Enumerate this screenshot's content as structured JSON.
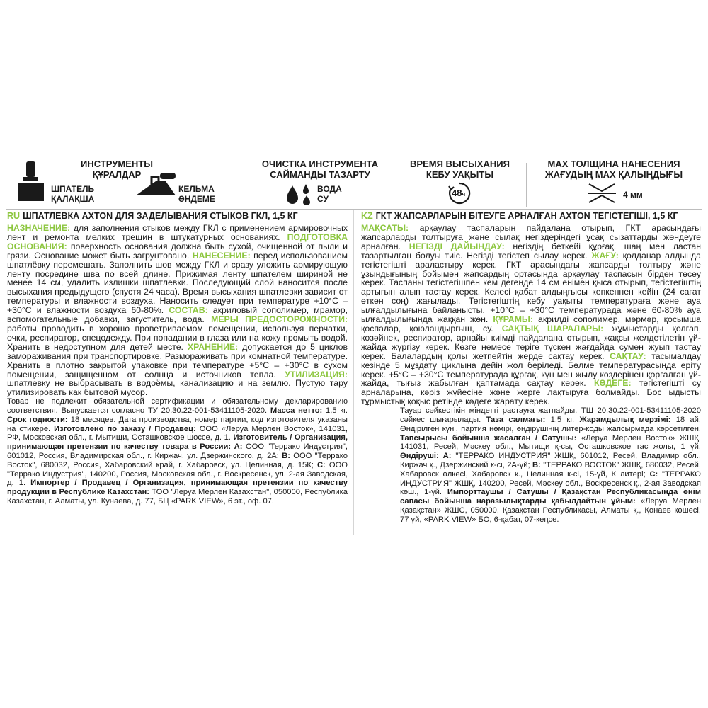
{
  "header": {
    "tools_title": "ИНСТРУМЕНТЫ",
    "tools_title_kz": "ҚҰРАЛДАР",
    "spatula_label": "ШПАТЕЛЬ",
    "spatula_label_kz": "ҚАЛАҚША",
    "trowel_label": "КЕЛЬМА",
    "trowel_label_kz": "ӘНДЕМЕ",
    "cleaning_title": "ОЧИСТКА ИНСТРУМЕНТА",
    "cleaning_title_kz": "САЙМАНДЫ ТАЗАРТУ",
    "water_label": "ВОДА",
    "water_label_kz": "СУ",
    "drying_title": "ВРЕМЯ ВЫСЫХАНИЯ",
    "drying_title_kz": "КЕБУ УАҚЫТЫ",
    "drying_value": "48",
    "drying_unit": "ч",
    "thickness_title": "MAX ТОЛЩИНА НАНЕСЕНИЯ",
    "thickness_title_kz": "ЖАҒУДЫҢ MAX ҚАЛЫҢДЫҒЫ",
    "thickness_value": "4 мм"
  },
  "ru": {
    "lang": "RU",
    "title": "ШПАТЛЕВКА AXTON ДЛЯ ЗАДЕЛЫВАНИЯ СТЫКОВ ГКЛ, 1,5 КГ",
    "h_purpose": "НАЗНАЧЕНИЕ:",
    "t_purpose": " для заполнения стыков между ГКЛ с применением армировочных лент и ремонта мелких трещин в штукатурных основаниях.",
    "h_prep": "ПОДГОТОВКА ОСНОВАНИЯ:",
    "t_prep": " поверхность основания должна быть сухой, очищенной от пыли и грязи. Основание может быть загрунтовано.",
    "h_apply": "НАНЕСЕНИЕ:",
    "t_apply": " перед использованием шпатлёвку перемешать. Заполнить шов между ГКЛ и сразу уложить армирующую ленту посредине шва по всей длине. Прижимая ленту шпателем шириной не менее 14 см, удалить излишки шпатлевки. Последующий слой наносится после высыхания предыдущего (спустя 24 часа). Время высыхания шпатлевки зависит от температуры и влажности воздуха. Наносить следует при температуре +10°С – +30°С и влажности воздуха 60-80%.",
    "h_comp": "СОСТАВ:",
    "t_comp": " акриловый сополимер, мрамор, вспомогательные добавки, загуститель, вода.",
    "h_safety": "МЕРЫ ПРЕДОСТОРОЖНОСТИ:",
    "t_safety": " работы проводить в хорошо проветриваемом помещении, используя перчатки, очки, респиратор, спецодежду. При попадании в глаза или на кожу промыть водой. Хранить в недоступном для детей месте.",
    "h_storage": "ХРАНЕНИЕ:",
    "t_storage": " допускается до 5 циклов замораживания при транспортировке. Размораживать при комнатной температуре. Хранить в плотно закрытой упаковке при температуре +5°С – +30°С в сухом помещении, защищенном от солнца и источников тепла.",
    "h_disposal": "УТИЛИЗАЦИЯ:",
    "t_disposal": " шпатлевку не выбрасывать в водоёмы, канализацию и на землю. Пустую тару утилизировать как бытовой мусор.",
    "l_cert": "Товар не подлежит обязательной сертификации и обязательному декларированию соответствия. Выпускается согласно ТУ 20.30.22-001-53411105-2020.",
    "l_net_h": "Масса нетто:",
    "l_net": " 1,5 кг.",
    "l_shelf_h": "Срок годности:",
    "l_shelf": " 18 месяцев. Дата производства, номер партии, код изготовителя указаны на стикере.",
    "l_order_h": "Изготовлено по заказу / Продавец:",
    "l_order": " ООО «Леруа Мерлен Восток», 141031, РФ, Московская обл., г. Мытищи, Осташковское шоссе, д. 1.",
    "l_mfr_h": "Изготовитель / Организация, принимающая претензии по качеству товара в России: А:",
    "l_mfr_a": " ООО \"Террако Индустрия\", 601012, Россия, Владимирская обл., г. Киржач, ул. Дзержинского, д. 2А;",
    "l_mfr_b_h": "В:",
    "l_mfr_b": " ООО \"Террако Восток\", 680032, Россия, Хабаровский край, г. Хабаровск, ул. Целинная, д. 15К;",
    "l_mfr_c_h": "С:",
    "l_mfr_c": " ООО \"Террако Индустрия\", 140200, Россия, Московская обл., г. Воскресенск, ул. 2-ая Заводская, д. 1.",
    "l_imp_h": "Импортер / Продавец / Организация, принимающая претензии по качеству продукции в Республике Казахстан:",
    "l_imp": " ТОО \"Леруа Мерлен Казахстан\", 050000, Республика Казахстан, г. Алматы, ул. Кунаева, д. 77, БЦ «PARK VIEW», 6 эт., оф. 07."
  },
  "kz": {
    "lang": "KZ",
    "title": "ГКТ ЖАПСАРЛАРЫН БІТЕУГЕ АРНАЛҒАН AXTON ТЕГІСТЕГІШІ, 1,5 КГ",
    "h_purpose": "МАҚСАТЫ:",
    "t_purpose": " арқаулау таспаларын пайдалана отырып, ГКТ арасындағы жапсарларды толтыруға және сылақ негіздеріндегі ұсақ сызаттарды жөндеуге арналған.",
    "h_prep": "НЕГІЗДІ ДАЙЫНДАУ:",
    "t_prep": " негіздің беткейі құрғақ, шаң мен ластан тазартылған болуы тиіс. Негізді тегістеп сылау керек.",
    "h_apply": "ЖАҒУ:",
    "t_apply": " қолданар алдында тегістегішті араластыру керек. ГКТ арасындағы жапсарды толтыру және ұзындығының бойымен жапсардың ортасында арқаулау таспасын бірден төсеу керек. Таспаны тегістегішпен кем дегенде 14 см енімен қыса отырып, тегістегіштің артығын алып тастау керек. Келесі қабат алдыңғысы кепкеннен кейін (24 сағат өткен соң) жағылады. Тегістегіштің кебу уақыты температураға және ауа ылғалдылығына байланысты. +10°С – +30°С температурада және 60-80% ауа ылғалдылығында жаққан жөн.",
    "h_comp": "ҚҰРАМЫ:",
    "t_comp": " акрилді сополимер, мәрмәр, қосымша қоспалар, қоюландырғыш, су.",
    "h_safety": "САҚТЫҚ ШАРАЛАРЫ:",
    "t_safety": " жұмыстарды қолғап, көзәйнек, респиратор, арнайы киімді пайдалана отырып, жақсы желдетілетін үй-жайда жүргізу керек. Көзге немесе теріге түскен жағдайда сумен жуып тастау керек. Балалардың қолы жетпейтін жерде сақтау керек.",
    "h_storage": "САҚТАУ:",
    "t_storage": " тасымалдау кезінде 5 мұздату циклына дейін жол беріледі. Бөлме температурасында еріту керек. +5°С – +30°С температурада құрғақ, күн мен жылу көздерінен қорғалған үй-жайда, тығыз жабылған қаптамада сақтау керек.",
    "h_disposal": "КӘДЕГЕ:",
    "t_disposal": " тегістегішті су арналарына, кәріз жүйесіне және жерге лақтыруға болмайды. Бос ыдысты тұрмыстық қоқыс ретінде кәдеге жарату керек.",
    "l_cert": "Тауар сәйкестікін міндетті растауға жатпайды. ТШ 20.30.22-001-53411105-2020 сәйкес шығарылады.",
    "l_net_h": "Таза салмағы:",
    "l_net": " 1,5 кг.",
    "l_shelf_h": "Жарамдылық мерзімі:",
    "l_shelf": " 18 ай. Өндірілген күні, партия нөмірі, өндірушінің литер-коды жапсырмада көрсетілген.",
    "l_order_h": "Тапсырысы бойынша жасалған / Сатушы:",
    "l_order": " «Леруа Мерлен Восток» ЖШҚ, 141031, Ресей, Мәскеу обл., Мытищи қ-сы, Осташковское тас жолы, 1 үй.",
    "l_mfr_h": "Өндіруші: А:",
    "l_mfr_a": " \"ТЕРРАКО ИНДУСТРИЯ\" ЖШҚ, 601012, Ресей, Владимир обл., Киржач қ., Дзержинский к-сі, 2А-үй;",
    "l_mfr_b_h": "В:",
    "l_mfr_b": " \"ТЕРРАКО ВОСТОК\" ЖШҚ, 680032, Ресей, Хабаровск өлкесі, Хабаровск қ., Целинная к-сі, 15-үй, К литері;",
    "l_mfr_c_h": "С:",
    "l_mfr_c": " \"ТЕРРАКО ИНДУСТРИЯ\" ЖШҚ, 140200, Ресей, Мәскеу обл., Воскресенск қ., 2-ая Заводская көш., 1-үй.",
    "l_imp_h": "Импорттаушы / Сатушы / Қазақстан Республикасында өнім сапасы бойынша наразылықтарды қабылдайтын ұйым:",
    "l_imp": " «Леруа Мерлен Қазақстан» ЖШС, 050000, Қазақстан Республикасы, Алматы қ., Қонаев көшесі, 77 үй, «PARK VIEW» БО, 6-қабат, 07-кеңсе."
  },
  "colors": {
    "accent": "#8cc63e",
    "text": "#1a1a1a",
    "rule": "#bdbdbd"
  },
  "icons": [
    "spatula-icon",
    "trowel-icon",
    "water-drops-icon",
    "clock-48h-icon",
    "thickness-icon"
  ]
}
